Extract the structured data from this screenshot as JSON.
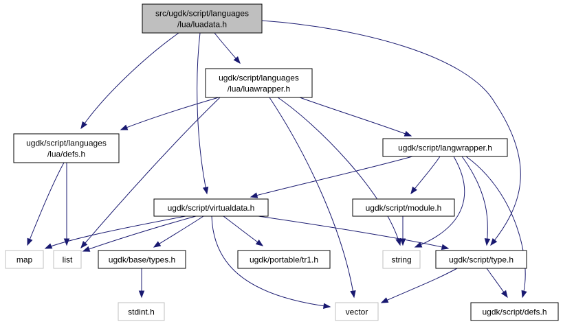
{
  "graph": {
    "title": "",
    "edge_color": "#191970",
    "nodes": [
      {
        "id": "luadata",
        "lines": [
          "src/ugdk/script/languages",
          "/lua/luadata.h"
        ],
        "style": "root"
      },
      {
        "id": "luawrapper",
        "lines": [
          "ugdk/script/languages",
          "/lua/luawrapper.h"
        ],
        "style": "normal"
      },
      {
        "id": "defs_lua",
        "lines": [
          "ugdk/script/languages",
          "/lua/defs.h"
        ],
        "style": "normal"
      },
      {
        "id": "langwrapper",
        "lines": [
          "ugdk/script/langwrapper.h"
        ],
        "style": "normal"
      },
      {
        "id": "virtualdata",
        "lines": [
          "ugdk/script/virtualdata.h"
        ],
        "style": "normal"
      },
      {
        "id": "module",
        "lines": [
          "ugdk/script/module.h"
        ],
        "style": "normal"
      },
      {
        "id": "map",
        "lines": [
          "map"
        ],
        "style": "system"
      },
      {
        "id": "list",
        "lines": [
          "list"
        ],
        "style": "system"
      },
      {
        "id": "types",
        "lines": [
          "ugdk/base/types.h"
        ],
        "style": "normal"
      },
      {
        "id": "tr1",
        "lines": [
          "ugdk/portable/tr1.h"
        ],
        "style": "normal"
      },
      {
        "id": "string",
        "lines": [
          "string"
        ],
        "style": "system"
      },
      {
        "id": "type",
        "lines": [
          "ugdk/script/type.h"
        ],
        "style": "normal"
      },
      {
        "id": "stdint",
        "lines": [
          "stdint.h"
        ],
        "style": "system"
      },
      {
        "id": "vector",
        "lines": [
          "vector"
        ],
        "style": "system"
      },
      {
        "id": "defs_script",
        "lines": [
          "ugdk/script/defs.h"
        ],
        "style": "normal"
      }
    ],
    "edges": [
      {
        "from": "luadata",
        "to": "luawrapper"
      },
      {
        "from": "luadata",
        "to": "defs_lua"
      },
      {
        "from": "luadata",
        "to": "virtualdata"
      },
      {
        "from": "luadata",
        "to": "type"
      },
      {
        "from": "luawrapper",
        "to": "defs_lua"
      },
      {
        "from": "luawrapper",
        "to": "langwrapper"
      },
      {
        "from": "luawrapper",
        "to": "list"
      },
      {
        "from": "luawrapper",
        "to": "vector"
      },
      {
        "from": "luawrapper",
        "to": "string"
      },
      {
        "from": "defs_lua",
        "to": "map"
      },
      {
        "from": "defs_lua",
        "to": "list"
      },
      {
        "from": "langwrapper",
        "to": "virtualdata"
      },
      {
        "from": "langwrapper",
        "to": "module"
      },
      {
        "from": "langwrapper",
        "to": "string"
      },
      {
        "from": "langwrapper",
        "to": "type"
      },
      {
        "from": "langwrapper",
        "to": "defs_script"
      },
      {
        "from": "virtualdata",
        "to": "map"
      },
      {
        "from": "virtualdata",
        "to": "list"
      },
      {
        "from": "virtualdata",
        "to": "types"
      },
      {
        "from": "virtualdata",
        "to": "tr1"
      },
      {
        "from": "virtualdata",
        "to": "type"
      },
      {
        "from": "virtualdata",
        "to": "vector"
      },
      {
        "from": "module",
        "to": "string"
      },
      {
        "from": "types",
        "to": "stdint"
      },
      {
        "from": "type",
        "to": "vector"
      },
      {
        "from": "type",
        "to": "defs_script"
      }
    ]
  }
}
